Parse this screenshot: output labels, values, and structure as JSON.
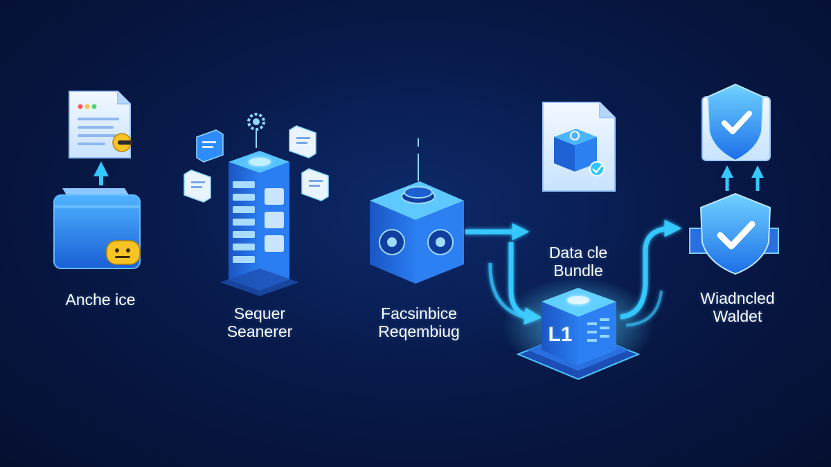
{
  "stages": [
    {
      "id": "wallet",
      "lines": [
        "Anche ice"
      ],
      "icon": "wallet-icon"
    },
    {
      "id": "sequencer",
      "lines": [
        "Sequer",
        "Seanerer"
      ],
      "icon": "server-tower-icon"
    },
    {
      "id": "processor",
      "lines": [
        "Facsinbice",
        "Reqembiug"
      ],
      "icon": "gear-cube-icon"
    },
    {
      "id": "bundle",
      "lines": [
        "Data cle",
        "Bundle"
      ],
      "icon": "l1-cube-icon",
      "badge": "L1"
    },
    {
      "id": "validated",
      "lines": [
        "Wiadncled",
        "Waldet"
      ],
      "icon": "shield-check-icon"
    }
  ],
  "colors": {
    "background": "#081a4a",
    "accent": "#2ec4ff",
    "arrow": "#35c8ff",
    "icon_blue": "#2f8cff",
    "emoji_yellow": "#f7c325"
  }
}
